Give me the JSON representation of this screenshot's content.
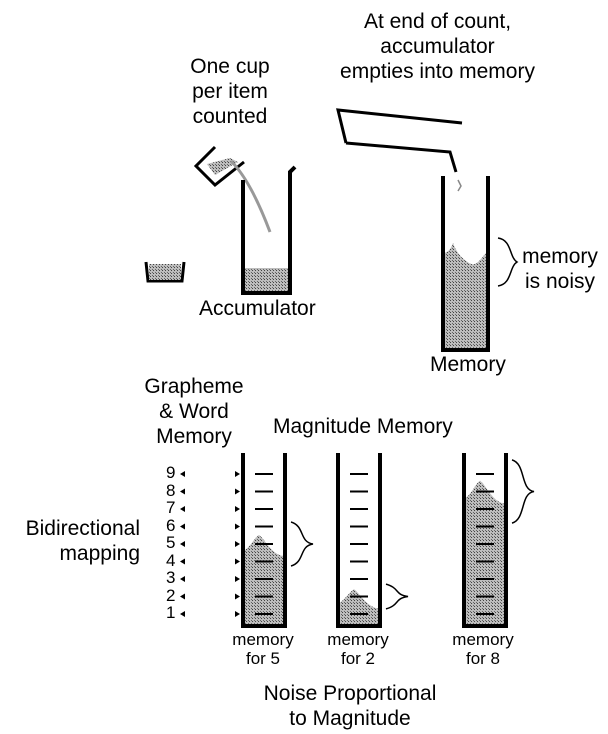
{
  "top": {
    "cup_label": [
      "One cup",
      "per item",
      "counted"
    ],
    "empty_label": [
      "At end of count,",
      "accumulator",
      "empties into memory"
    ],
    "accumulator_label": "Accumulator",
    "memory_label": "Memory",
    "noise_label": [
      "memory",
      "is noisy"
    ]
  },
  "bottom": {
    "grapheme_label": [
      "Grapheme",
      "& Word",
      "Memory"
    ],
    "magnitude_title": "Magnitude Memory",
    "bidirectional_label": [
      "Bidirectional",
      "mapping"
    ],
    "numerals": [
      "9",
      "8",
      "7",
      "6",
      "5",
      "4",
      "3",
      "2",
      "1"
    ],
    "columns": [
      {
        "label": [
          "memory",
          "for 5"
        ],
        "level": 5
      },
      {
        "label": [
          "memory",
          "for 2"
        ],
        "level": 2
      },
      {
        "label": [
          "memory",
          "for 8"
        ],
        "level": 8
      }
    ],
    "noise_caption": [
      "Noise Proportional",
      "to Magnitude"
    ]
  },
  "colors": {
    "fill": "#9e9e9e",
    "stroke": "#000000"
  }
}
